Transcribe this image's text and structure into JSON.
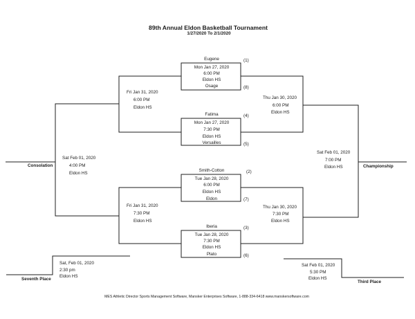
{
  "header": {
    "title": "89th Annual Eldon Basketball Tournament",
    "dates": "1/27/2020 To 2/1/2020"
  },
  "games": {
    "g1": {
      "date": "Mon Jan 27, 2020",
      "time": "6:00 PM",
      "venue": "Eldon HS"
    },
    "g2": {
      "date": "Mon Jan 27, 2020",
      "time": "7:30 PM",
      "venue": "Eldon HS"
    },
    "g3": {
      "date": "Tue Jan 28, 2020",
      "time": "6:00 PM",
      "venue": "Eldon HS"
    },
    "g4": {
      "date": "Tue Jan 28, 2020",
      "time": "7:30 PM",
      "venue": "Eldon HS"
    },
    "cons_semi_top": {
      "date": "Fri Jan 31, 2020",
      "time": "6:00 PM",
      "venue": "Eldon HS"
    },
    "cons_semi_bottom": {
      "date": "Fri Jan 31, 2020",
      "time": "7:30 PM",
      "venue": "Eldon HS"
    },
    "semi_top": {
      "date": "Thu Jan 30, 2020",
      "time": "6:00 PM",
      "venue": "Eldon HS"
    },
    "semi_bottom": {
      "date": "Thu Jan 30, 2020",
      "time": "7:30 PM",
      "venue": "Eldon HS"
    },
    "consolation": {
      "date": "Sat Feb 01, 2020",
      "time": "4:00 PM",
      "venue": "Eldon HS"
    },
    "championship": {
      "date": "Sat Feb 01, 2020",
      "time": "7:00 PM",
      "venue": "Eldon HS"
    },
    "seventh": {
      "date": "Sat, Feb 01, 2020",
      "time": "2:30 pm",
      "venue": "Eldon HS"
    },
    "third": {
      "date": "Sat Feb 01, 2020",
      "time": "5:30 PM",
      "venue": "Eldon HS"
    }
  },
  "teams": {
    "t1": {
      "name": "Eugene",
      "seed": "(1)"
    },
    "t8": {
      "name": "Osage",
      "seed": "(8)"
    },
    "t4": {
      "name": "Fatima",
      "seed": "(4)"
    },
    "t5": {
      "name": "Versailles",
      "seed": "(5)"
    },
    "t2": {
      "name": "Smith-Cotton",
      "seed": "(2)"
    },
    "t7": {
      "name": "Eldon",
      "seed": "(7)"
    },
    "t3": {
      "name": "Iberia",
      "seed": "(3)"
    },
    "t6": {
      "name": "Plato",
      "seed": "(6)"
    }
  },
  "labels": {
    "consolation": "Consolation",
    "championship": "Championship",
    "seventh": "Seventh Place",
    "third": "Third Place"
  },
  "footer": "MES Athletic Director Sports Management Software, Mansker Enterprises Software, 1-888-334-6418   www.manskersoftware.com"
}
